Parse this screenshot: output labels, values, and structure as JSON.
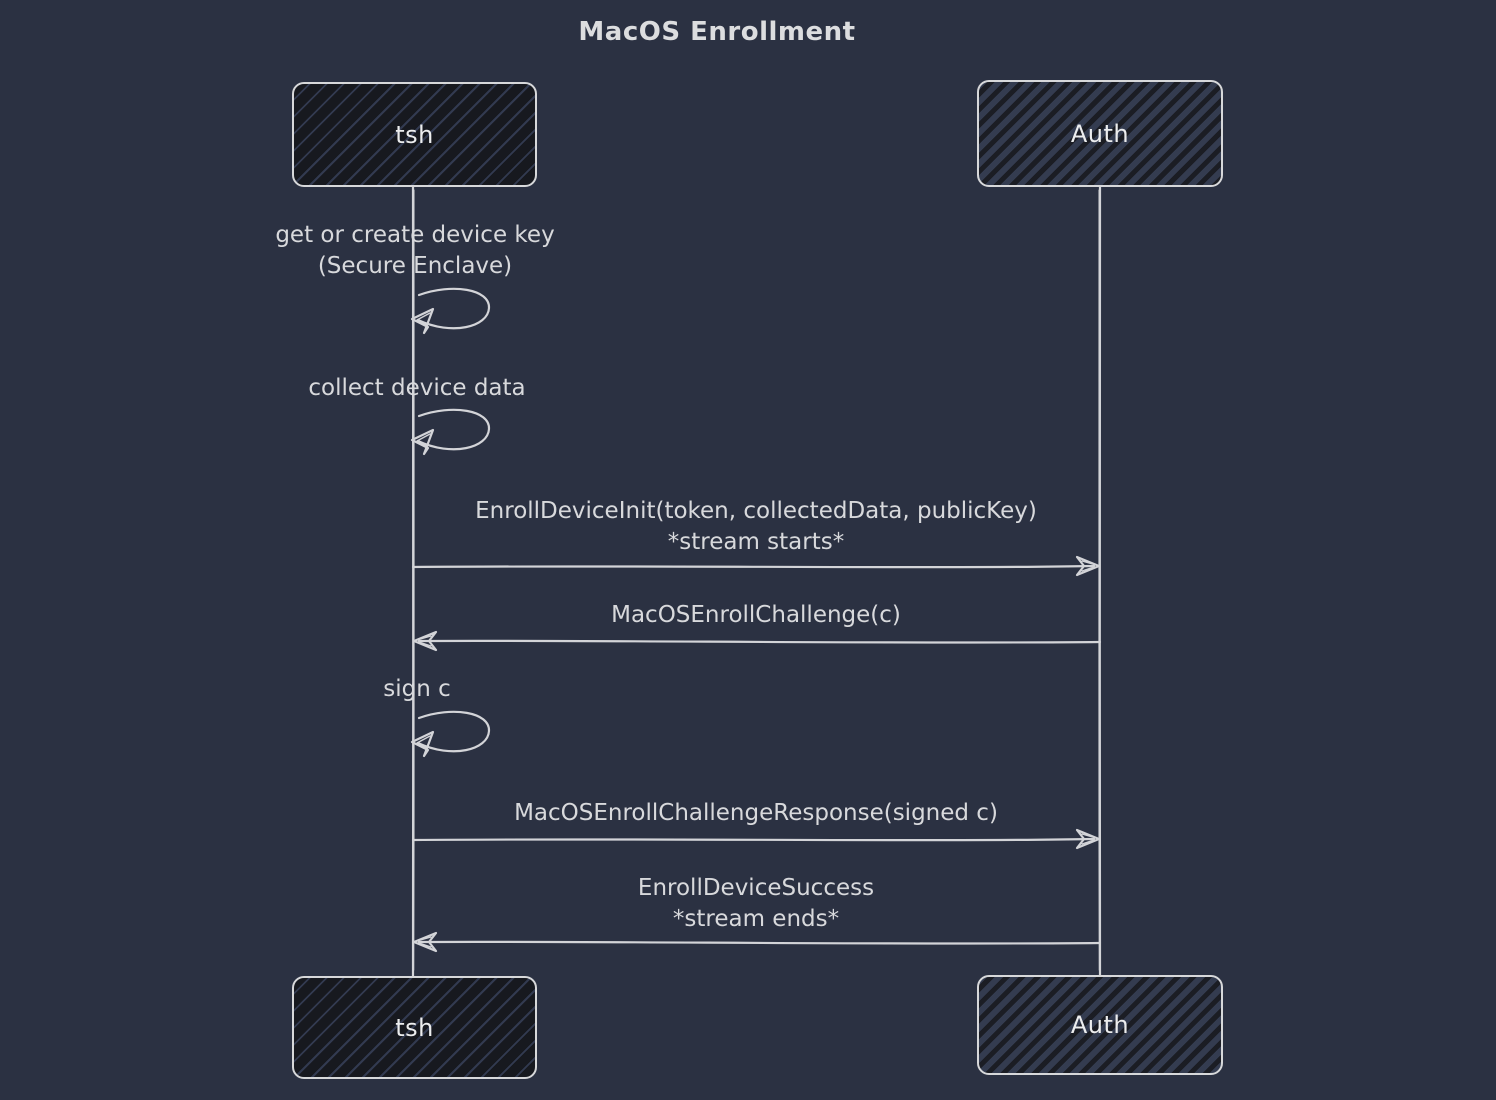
{
  "title": "MacOS Enrollment",
  "actors": {
    "left": "tsh",
    "right": "Auth"
  },
  "self_messages": [
    {
      "line1": "get or create device key",
      "line2": "(Secure Enclave)"
    },
    {
      "line1": "collect device data"
    },
    {
      "line1": "sign c"
    }
  ],
  "messages": [
    {
      "line1": "EnrollDeviceInit(token, collectedData, publicKey)",
      "line2": "*stream starts*",
      "from": "tsh",
      "to": "Auth",
      "direction": "right"
    },
    {
      "line1": "MacOSEnrollChallenge(c)",
      "from": "Auth",
      "to": "tsh",
      "direction": "left"
    },
    {
      "line1": "MacOSEnrollChallengeResponse(signed c)",
      "from": "tsh",
      "to": "Auth",
      "direction": "right"
    },
    {
      "line1": "EnrollDeviceSuccess",
      "line2": "*stream ends*",
      "from": "Auth",
      "to": "tsh",
      "direction": "left"
    }
  ],
  "colors": {
    "background": "#2b3142",
    "line": "#d3d4d8",
    "text": "#d8d9dc",
    "actor_border": "#d7d8da",
    "actor_fill_dark": "#17191f",
    "actor_hatch_light": "#323a50",
    "actor_fill_slate": "#343c50",
    "actor_hatch_dark": "#1b1d24"
  }
}
